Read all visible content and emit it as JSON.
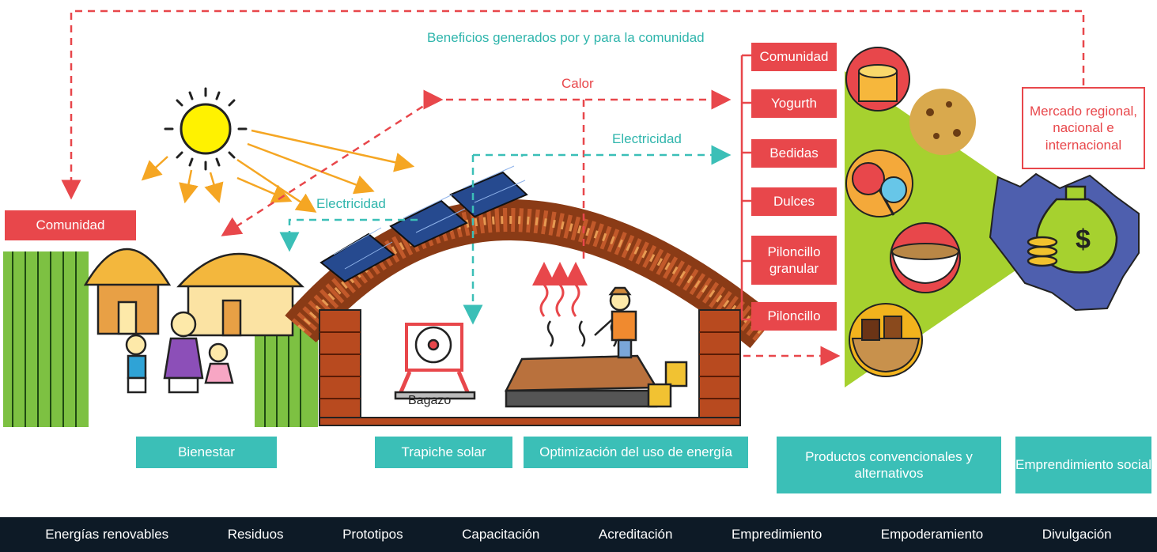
{
  "top_arrow_label": "Beneficios generados por y para la comunidad",
  "flows": {
    "calor": "Calor",
    "electricidad_right": "Electricidad",
    "electricidad_left": "Electricidad"
  },
  "community_label": "Comunidad",
  "bagazo_label": "Bagazo",
  "products": [
    "Comunidad",
    "Yogurth",
    "Bedidas",
    "Dulces",
    "Piloncillo granular",
    "Piloncillo"
  ],
  "market_label": "Mercado regional, nacional e internacional",
  "bottom_labels": {
    "bienestar": "Bienestar",
    "trapiche": "Trapiche solar",
    "optimizacion": "Optimización del uso de energía",
    "productos": "Productos convencionales y alternativos",
    "emprendimiento": "Emprendimiento social"
  },
  "nav_items": [
    "Energías renovables",
    "Residuos",
    "Prototipos",
    "Capacitación",
    "Acreditación",
    "Empredimiento",
    "Empoderamiento",
    "Divulgación"
  ],
  "colors": {
    "red": "#e8474b",
    "teal": "#3bbfb7",
    "sun": "#f5a623",
    "green": "#a6d12f",
    "navy": "#0d1a26",
    "map": "#4e5fae"
  },
  "icons": [
    "sun-icon",
    "house-icon",
    "family-icon",
    "sugarcane-icon",
    "solar-panel-icon",
    "palm-roof-icon",
    "trapiche-mill-icon",
    "boiling-pan-icon",
    "worker-icon",
    "honey-pot-icon",
    "granola-icon",
    "candy-icon",
    "piloncillo-powder-icon",
    "piloncillo-basket-icon",
    "money-bag-icon",
    "map-icon"
  ]
}
